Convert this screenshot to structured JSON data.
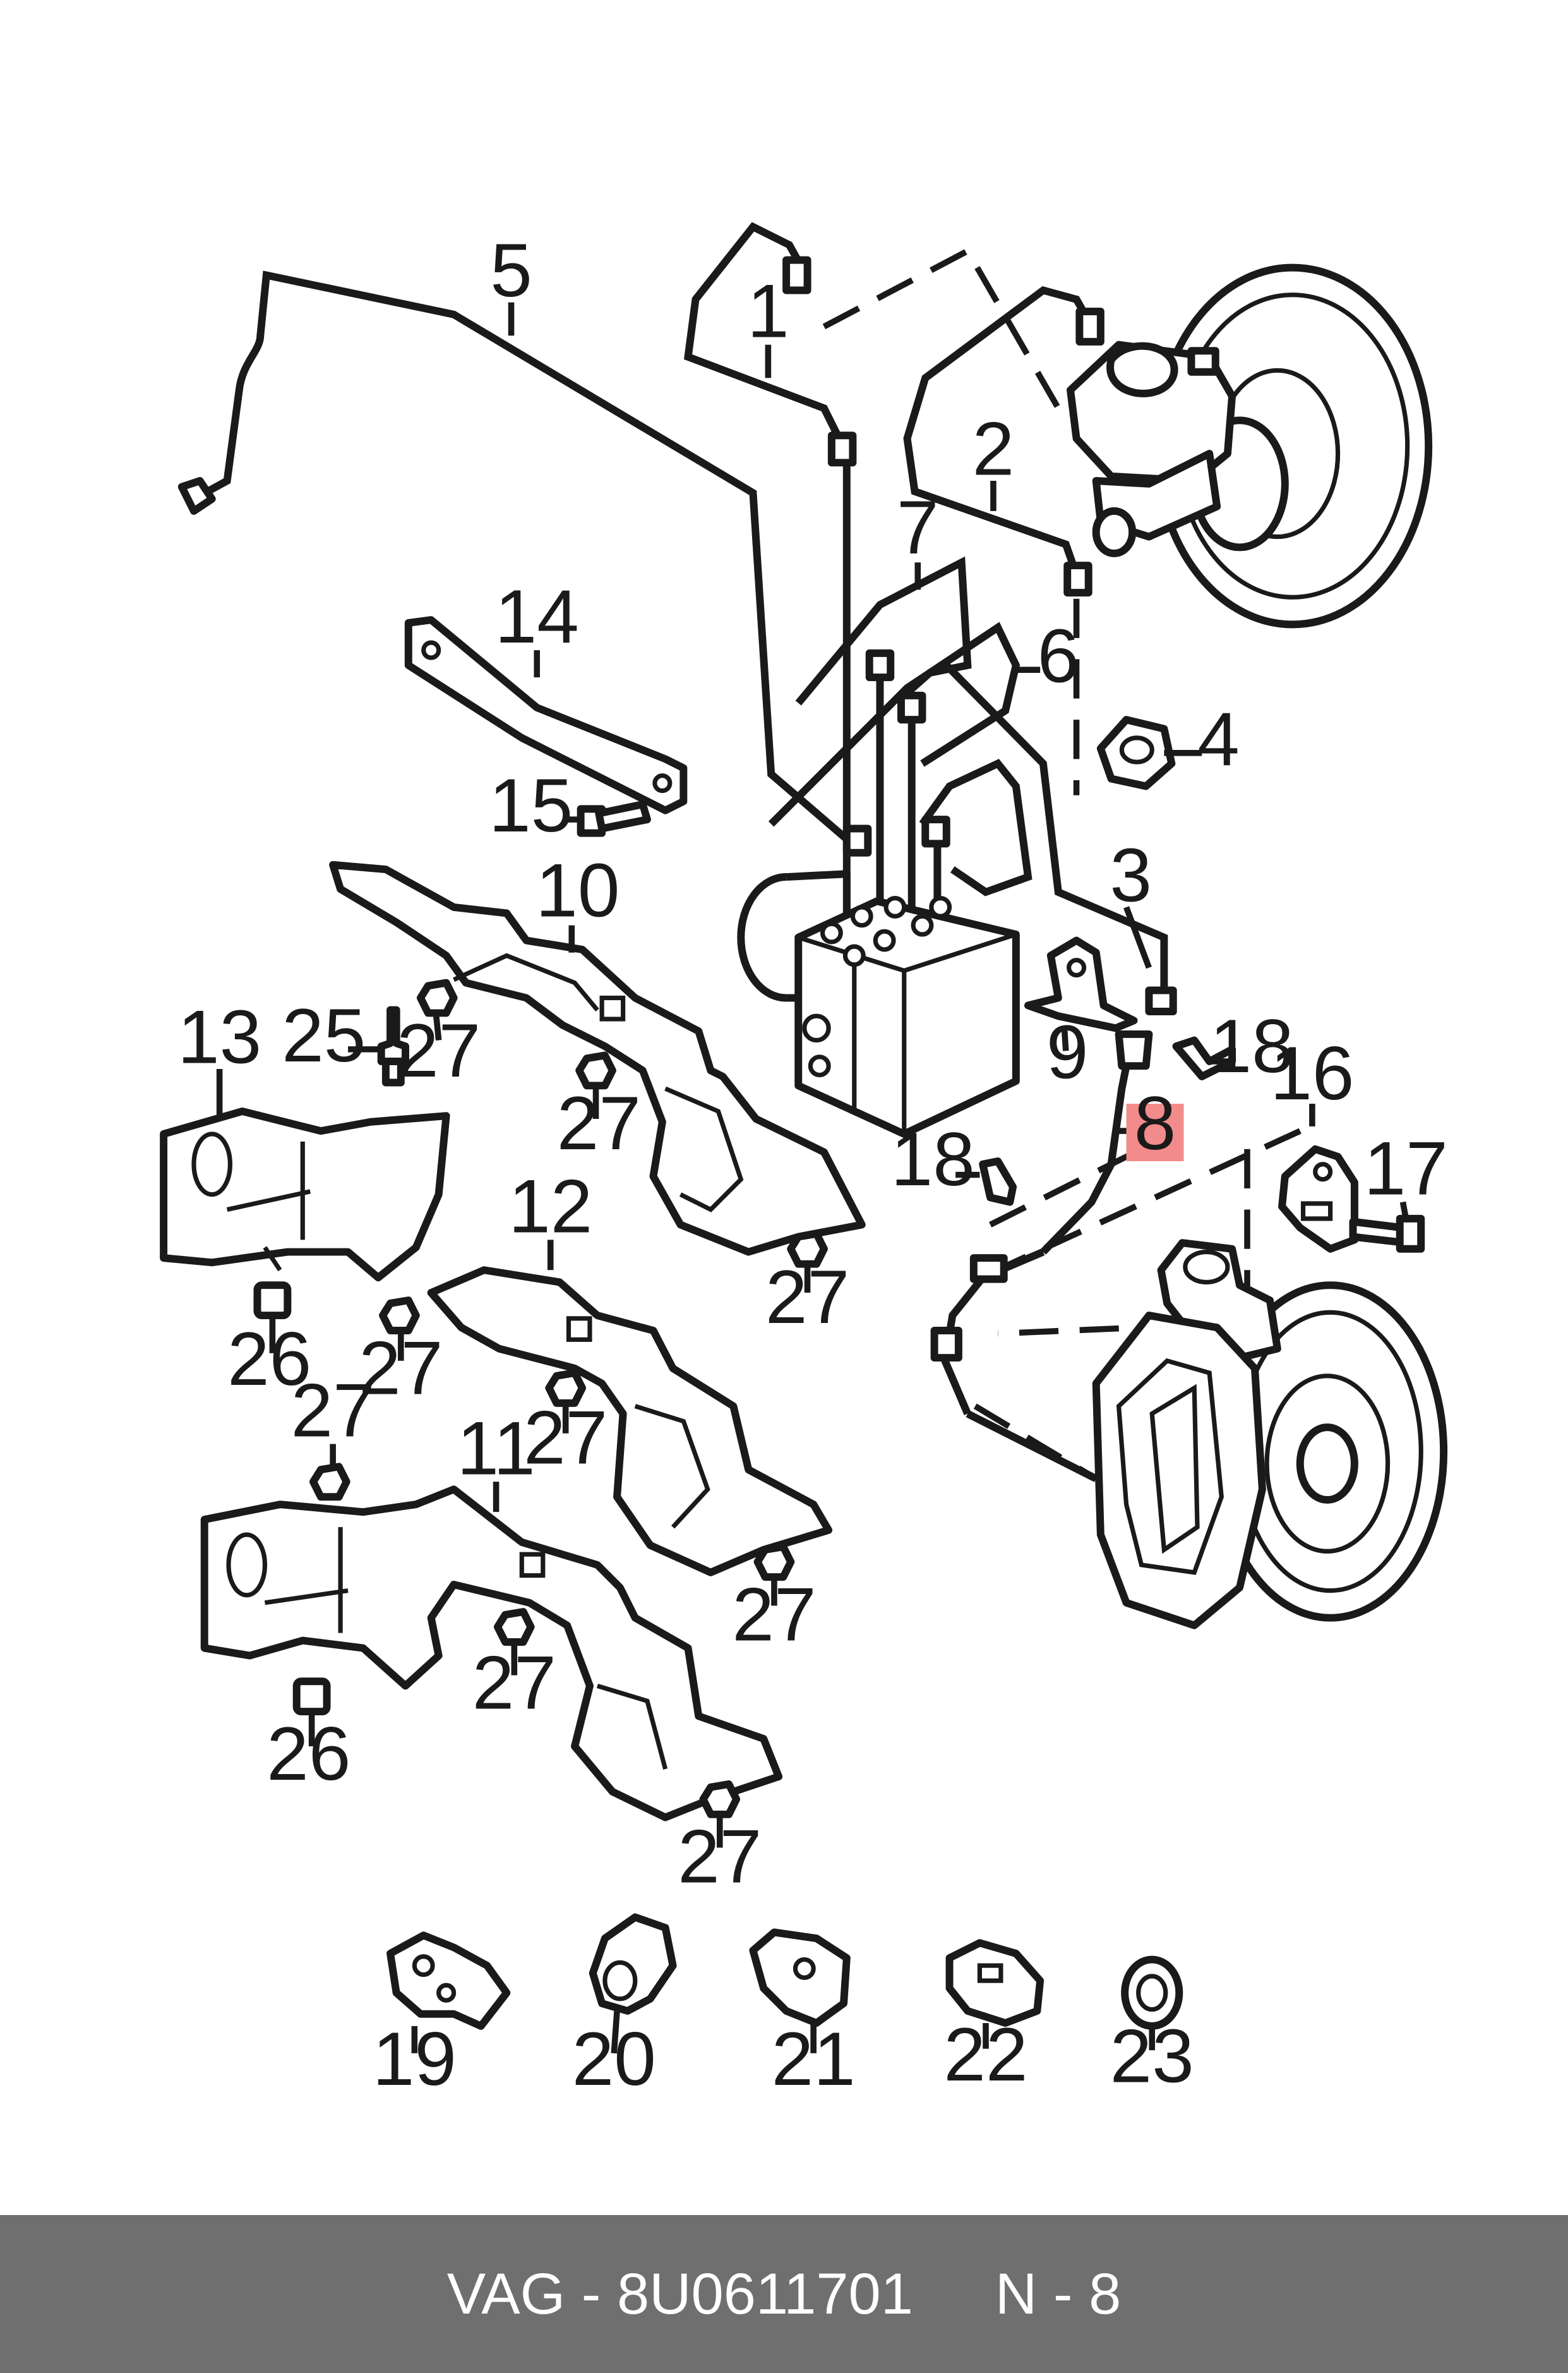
{
  "callouts": {
    "c1": "1",
    "c2": "2",
    "c3": "3",
    "c4": "4",
    "c5": "5",
    "c6": "6",
    "c7": "7",
    "c8": "8",
    "c9": "9",
    "c10": "10",
    "c11": "11",
    "c12": "12",
    "c13": "13",
    "c14": "14",
    "c15": "15",
    "c16": "16",
    "c17": "17",
    "c18": "18",
    "c19": "19",
    "c20": "20",
    "c21": "21",
    "c22": "22",
    "c23": "23",
    "c25": "25",
    "c26": "26",
    "c27": "27"
  },
  "highlight": {
    "part": "8",
    "color": "#f28b8b"
  },
  "footer": {
    "part_code": "VAG - 8U0611701",
    "position": "N - 8",
    "background": "#6f6f6f"
  }
}
